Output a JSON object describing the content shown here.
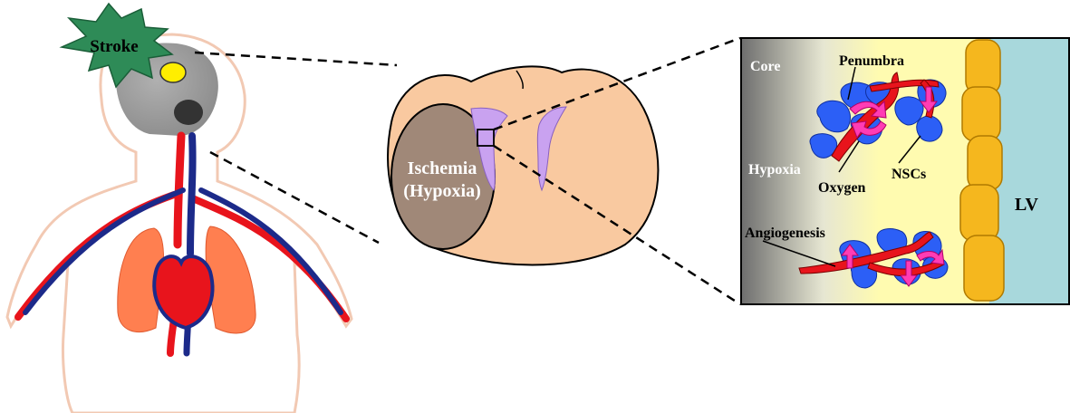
{
  "labels": {
    "stroke": "Stroke",
    "ischemia_line1": "Ischemia",
    "ischemia_line2": "(Hypoxia)",
    "core": "Core",
    "penumbra": "Penumbra",
    "hypoxia": "Hypoxia",
    "oxygen": "Oxygen",
    "nscs": "NSCs",
    "lv": "LV",
    "angiogenesis": "Angiogenesis"
  },
  "colors": {
    "stroke_burst": "#2e8b57",
    "brain_section": "#f9c9a0",
    "ischemia": "#a08878",
    "ventricle": "#c9a2f0",
    "artery": "#e8141c",
    "vein": "#1c2a8a",
    "lung": "#ff7f50",
    "core_gradient_start": "#6e6e6e",
    "penumbra_yellow": "#fffbb0",
    "ventricle_wall": "#f5b71e",
    "lv_fluid": "#a8d8dc",
    "nsc_cell": "#2c5ff6",
    "oxygen_arrow": "#ff3cb4"
  }
}
